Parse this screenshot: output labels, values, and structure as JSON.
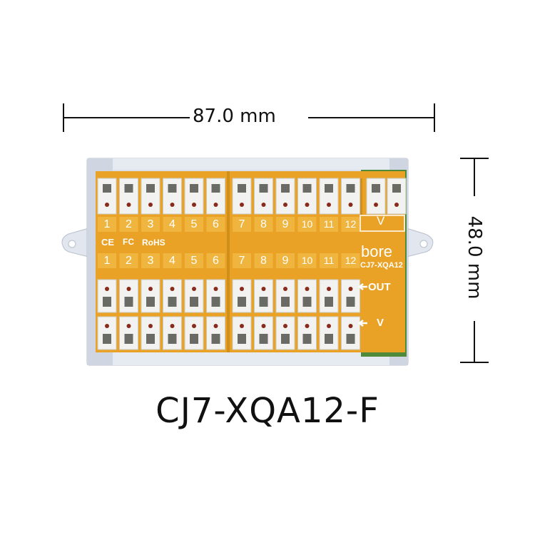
{
  "dimensions": {
    "width_label": "87.0 mm",
    "height_label": "48.0 mm"
  },
  "model_label": "CJ7-XQA12-F",
  "board": {
    "brand": "bore",
    "model_print": "CJ7-XQA12",
    "marks": [
      "CE",
      "FC",
      "RoHS"
    ],
    "v_label_top": "V",
    "out_label": "OUT",
    "v_label_bottom": "V",
    "channel_numbers": [
      "1",
      "2",
      "3",
      "4",
      "5",
      "6",
      "7",
      "8",
      "9",
      "10",
      "11",
      "12"
    ]
  },
  "colors": {
    "pcb": "#e9a225",
    "pcb_dark": "#b77a12",
    "rail": "#d7dde8",
    "terminal": "#f2f3f0",
    "green_edge": "#4f8a3a"
  }
}
